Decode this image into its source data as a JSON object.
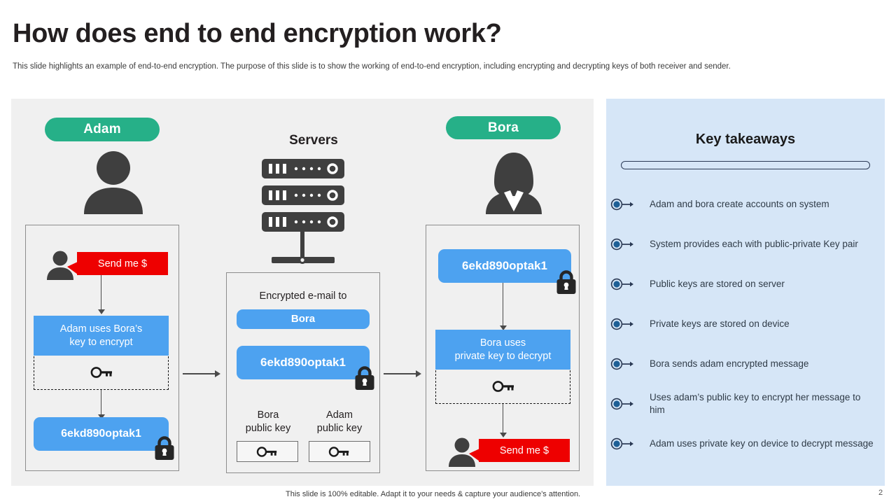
{
  "header": {
    "title": "How does end to end encryption work?",
    "subtitle": "This slide highlights an example of end-to-end encryption. The purpose of this slide is to show the working of end-to-end encryption, including encrypting and decrypting keys of both receiver and sender."
  },
  "colors": {
    "pill_green": "#26b088",
    "block_blue": "#4da2f0",
    "callout_red": "#ee0000",
    "panel_gray": "#f0f0f0",
    "takeaway_panel_blue": "#d6e6f7",
    "icon_dark": "#3f3f3f"
  },
  "diagram": {
    "adam": {
      "pill_label": "Adam",
      "avatar_icon": "user-male-icon",
      "message": "Send me $",
      "encrypt_label": "Adam uses Bora’s\nkey to encrypt",
      "encrypt_label_line1": "Adam uses Bora’s",
      "encrypt_label_line2": "key to encrypt",
      "key_icon": "key-icon",
      "cipher": "6ekd890optak1",
      "lock_icon": "lock-icon",
      "small_avatar_icon": "user-male-small-icon"
    },
    "servers": {
      "title": "Servers",
      "rack_icon": "server-rack-icon",
      "rack_count": 3,
      "encrypted_label": "Encrypted e-mail to",
      "recipient": "Bora",
      "cipher": "6ekd890optak1",
      "lock_icon": "lock-icon",
      "keys": [
        {
          "name_line1": "Bora",
          "name_line2": "public key",
          "icon": "key-icon"
        },
        {
          "name_line1": "Adam",
          "name_line2": "public key",
          "icon": "key-icon"
        }
      ]
    },
    "bora": {
      "pill_label": "Bora",
      "avatar_icon": "user-female-icon",
      "cipher": "6ekd890optak1",
      "lock_icon": "lock-icon",
      "decrypt_label_line1": "Bora uses",
      "decrypt_label_line2": "private key to decrypt",
      "key_icon": "key-icon",
      "message": "Send me $",
      "small_avatar_icon": "user-male-small-icon"
    },
    "flow_arrows": [
      "arrow-right-icon",
      "arrow-right-icon"
    ]
  },
  "takeaways": {
    "title": "Key takeaways",
    "marker_icon": "bullet-dot-arrow-icon",
    "items": [
      "Adam and bora create accounts on system",
      "System provides each with public-private Key pair",
      "Public keys are stored on server",
      "Private keys are stored on device",
      "Bora sends adam encrypted message",
      "Uses adam’s public key to encrypt her message to him",
      "Adam uses private key on device to decrypt message"
    ]
  },
  "footer": {
    "note": "This slide is 100% editable. Adapt it to your needs & capture your audience’s attention.",
    "page_number": "2"
  }
}
